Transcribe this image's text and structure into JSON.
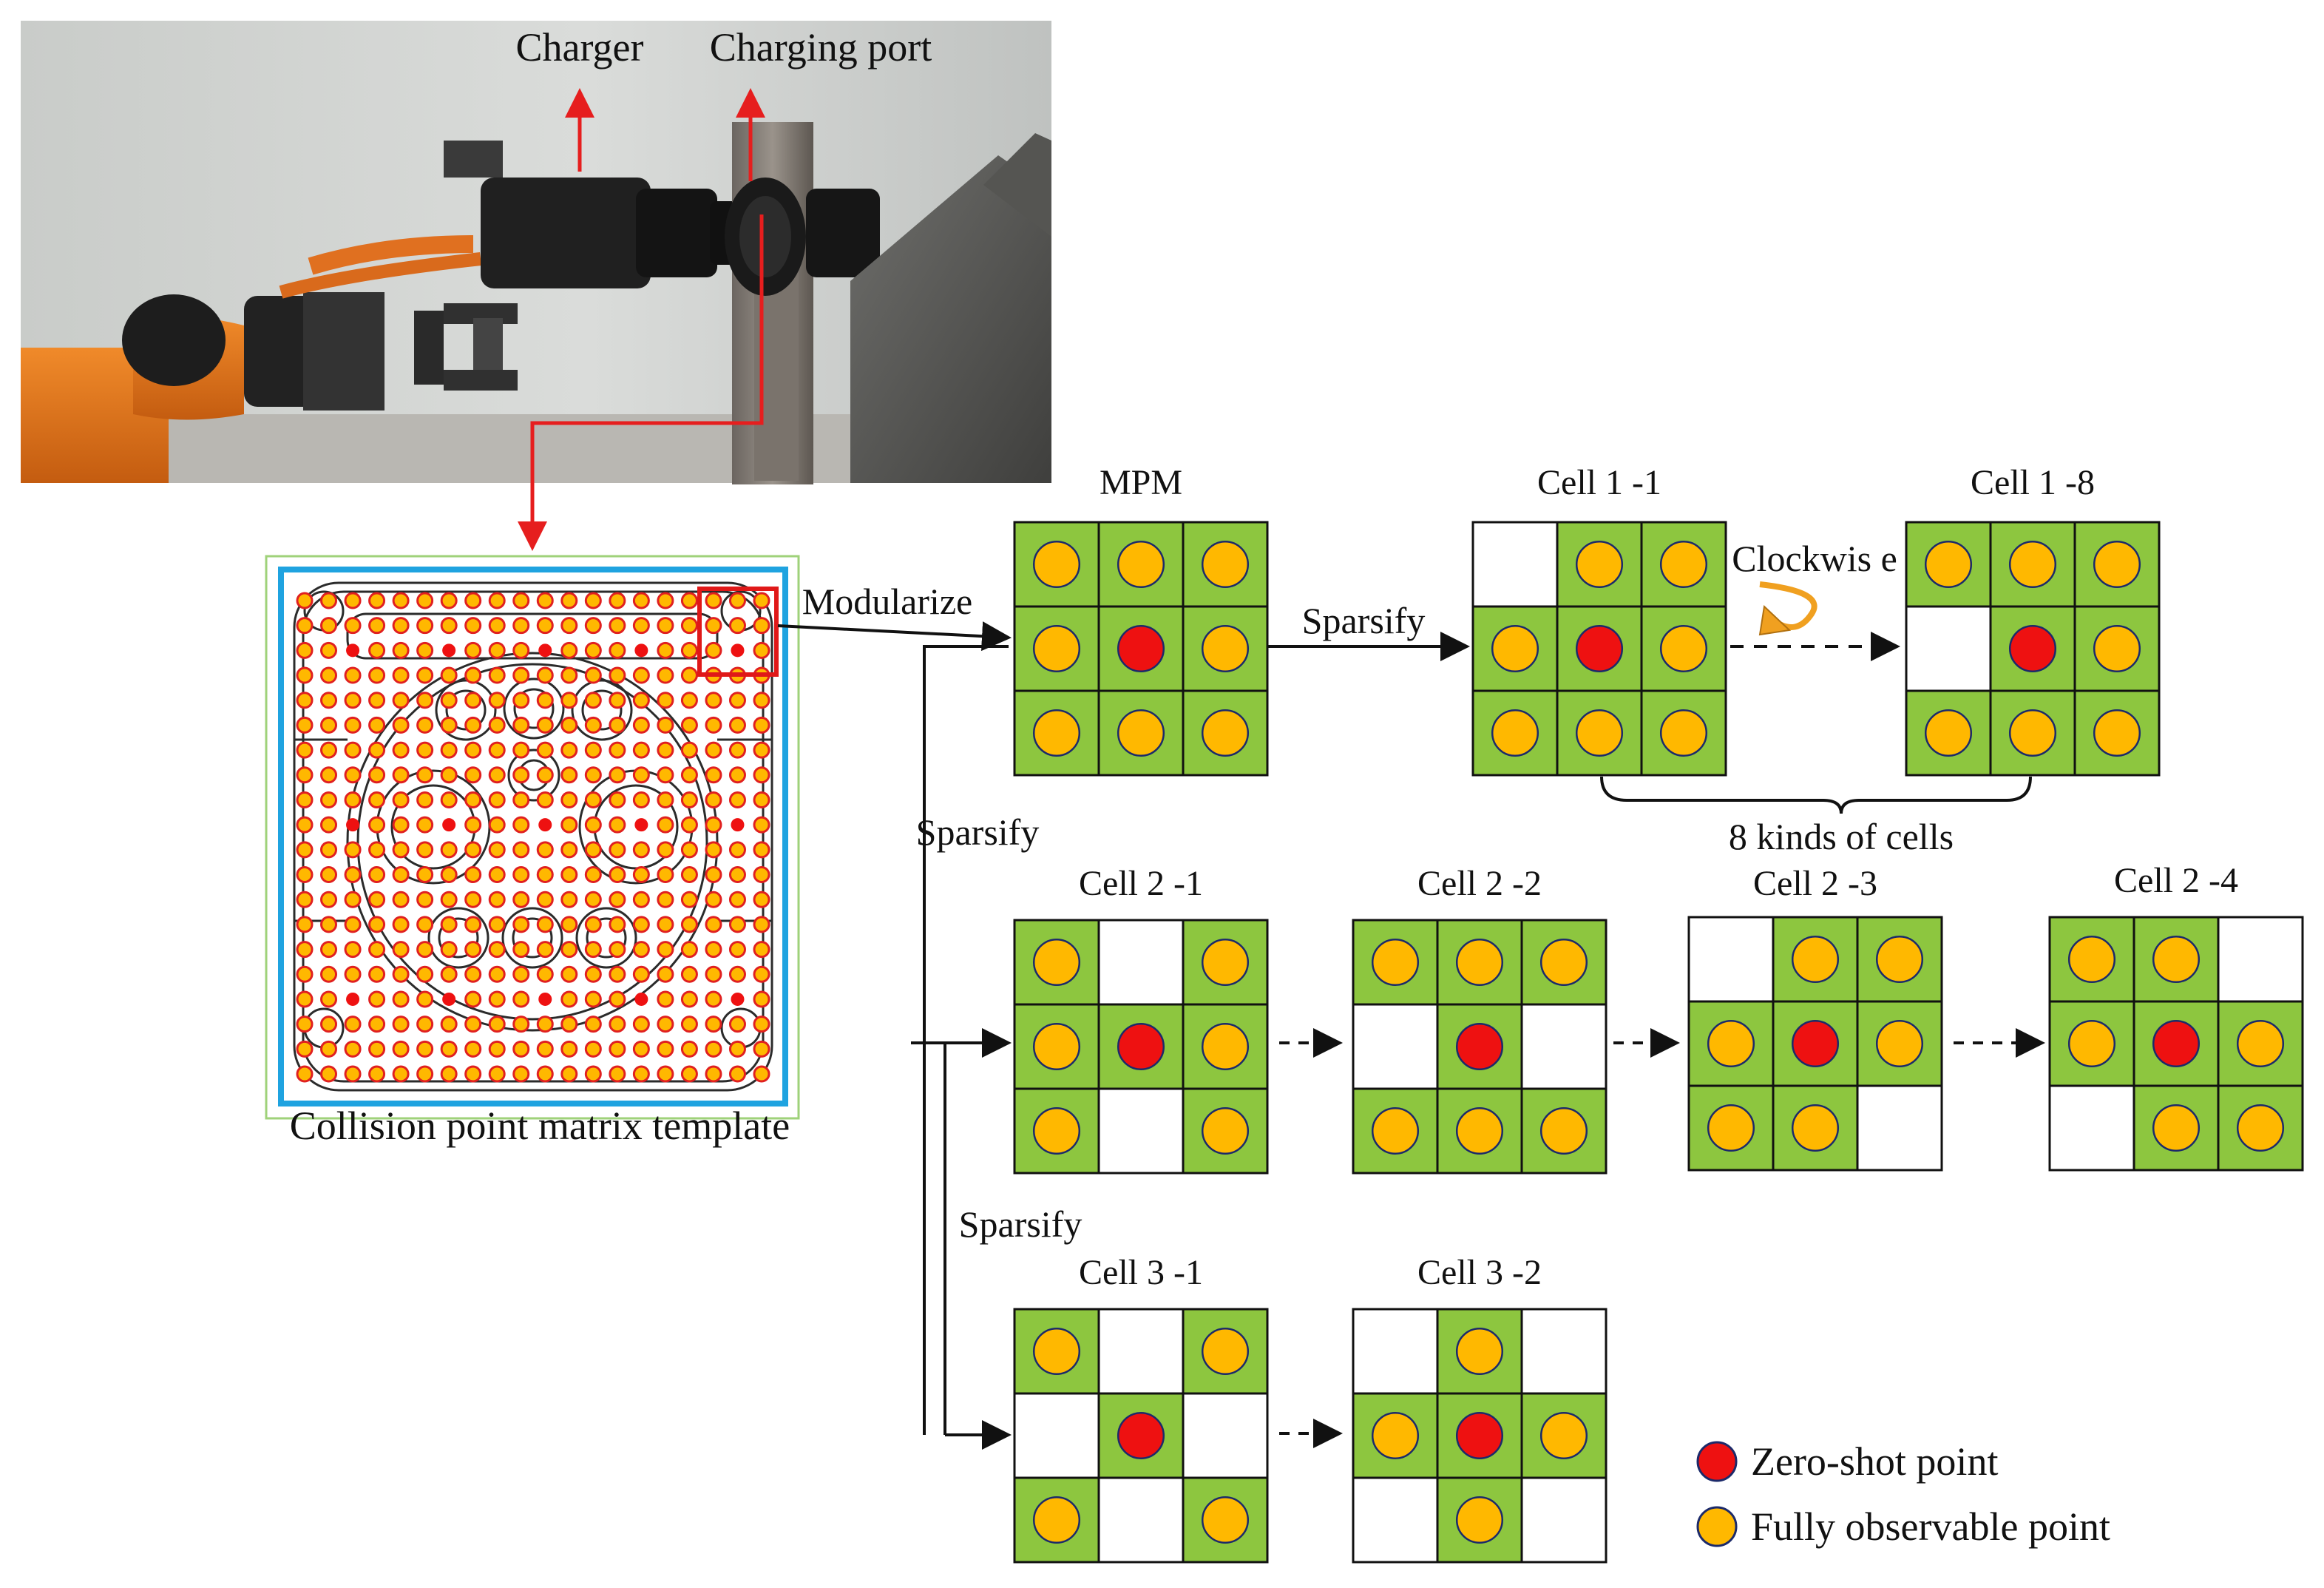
{
  "photo": {
    "charger_label": "Charger",
    "charging_port_label": "Charging port"
  },
  "template": {
    "caption": "Collision point matrix template"
  },
  "flow": {
    "modularize_label": "Modularize",
    "sparsify_label": "Sparsify",
    "clockwise_label": "Clockwis e",
    "brace_label": "8 kinds of cells"
  },
  "cells": [
    {
      "id": "mpm",
      "title": "MPM",
      "pattern": "111121111"
    },
    {
      "id": "cell-1-1",
      "title": "Cell 1 -1",
      "pattern": "011121111"
    },
    {
      "id": "cell-1-8",
      "title": "Cell 1 -8",
      "pattern": "111021111"
    },
    {
      "id": "cell-2-1",
      "title": "Cell 2 -1",
      "pattern": "101121101"
    },
    {
      "id": "cell-2-2",
      "title": "Cell 2 -2",
      "pattern": "111020111"
    },
    {
      "id": "cell-2-3",
      "title": "Cell 2 -3",
      "pattern": "011121110"
    },
    {
      "id": "cell-2-4",
      "title": "Cell 2 -4",
      "pattern": "110121011"
    },
    {
      "id": "cell-3-1",
      "title": "Cell 3 -1",
      "pattern": "101020101"
    },
    {
      "id": "cell-3-2",
      "title": "Cell 3 -2",
      "pattern": "010121010"
    }
  ],
  "legend": [
    {
      "label": "Zero-shot point",
      "color": "#ee1111"
    },
    {
      "label": "Fully observable point",
      "color": "#ffb800"
    }
  ],
  "colors": {
    "cell_fill": "#8dc63f",
    "zero_shot": "#ee1111",
    "observable": "#ffb800",
    "arrow_red": "#e61e1e",
    "frame_blue": "#1fa3e0",
    "frame_green": "#9fd27a",
    "highlight_red": "#e01818"
  }
}
